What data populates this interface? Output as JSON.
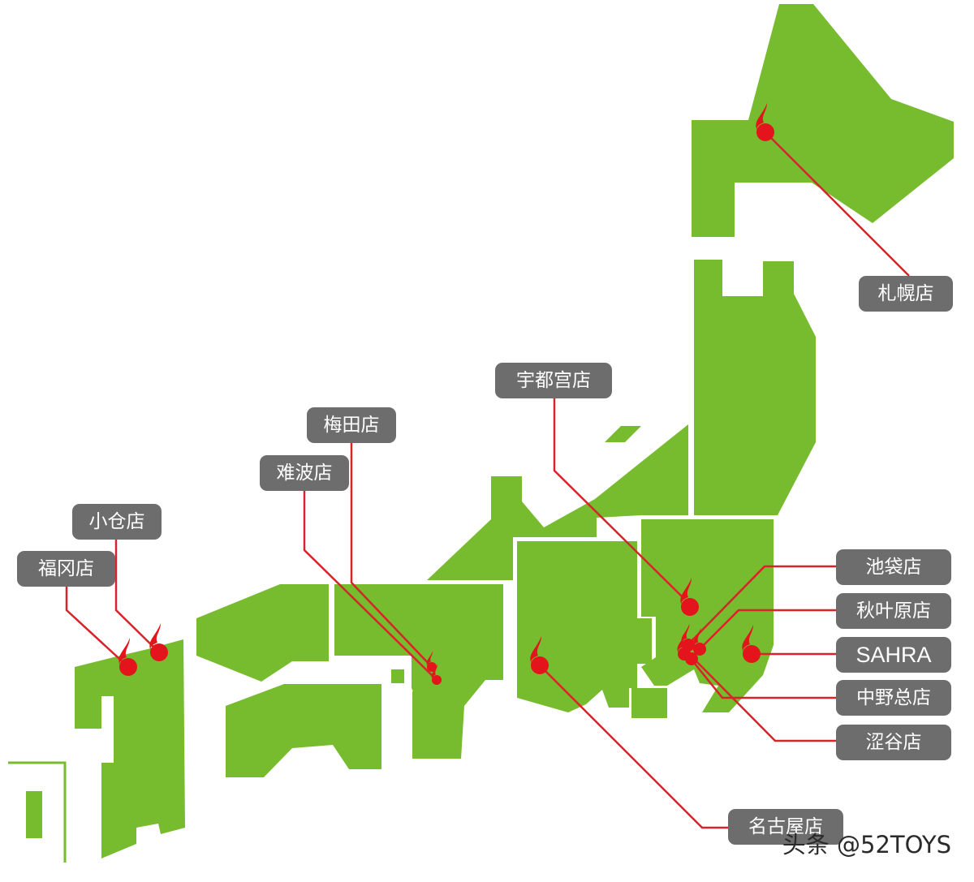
{
  "colors": {
    "land": "#77bb2e",
    "route": "#d8232a",
    "marker": "#e3141c",
    "label_bg": "#6d6d6d",
    "label_text": "#ffffff"
  },
  "stores": {
    "sapporo": "札幌店",
    "utsunomiya": "宇都宫店",
    "umeda": "梅田店",
    "namba": "难波店",
    "kokura": "小仓店",
    "fukuoka": "福冈店",
    "ikebukuro": "池袋店",
    "akihabara": "秋叶原店",
    "sahra": "SAHRA",
    "nakano": "中野总店",
    "shibuya": "涩谷店",
    "nagoya": "名古屋店"
  },
  "watermark": "头条 @52TOYS"
}
